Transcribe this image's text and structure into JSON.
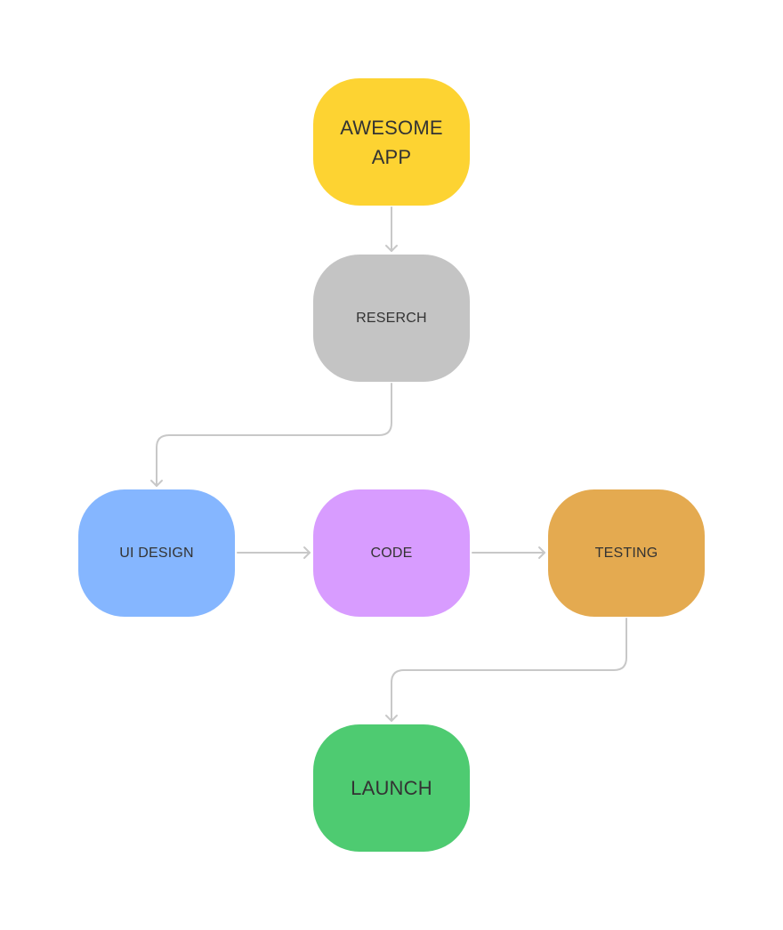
{
  "nodes": {
    "start": {
      "label": "AWESOME APP",
      "color": "#FDD332"
    },
    "research": {
      "label": "RESERCH",
      "color": "#C4C4C4"
    },
    "ui_design": {
      "label": "UI DESIGN",
      "color": "#85B6FF"
    },
    "code": {
      "label": "CODE",
      "color": "#D89CFF"
    },
    "testing": {
      "label": "TESTING",
      "color": "#E4AA50"
    },
    "launch": {
      "label": "LAUNCH",
      "color": "#4ECB71"
    }
  },
  "connector_color": "#C8C8C8",
  "connectors": [
    {
      "from": "start",
      "to": "research"
    },
    {
      "from": "research",
      "to": "ui_design"
    },
    {
      "from": "ui_design",
      "to": "code"
    },
    {
      "from": "code",
      "to": "testing"
    },
    {
      "from": "testing",
      "to": "launch"
    }
  ]
}
